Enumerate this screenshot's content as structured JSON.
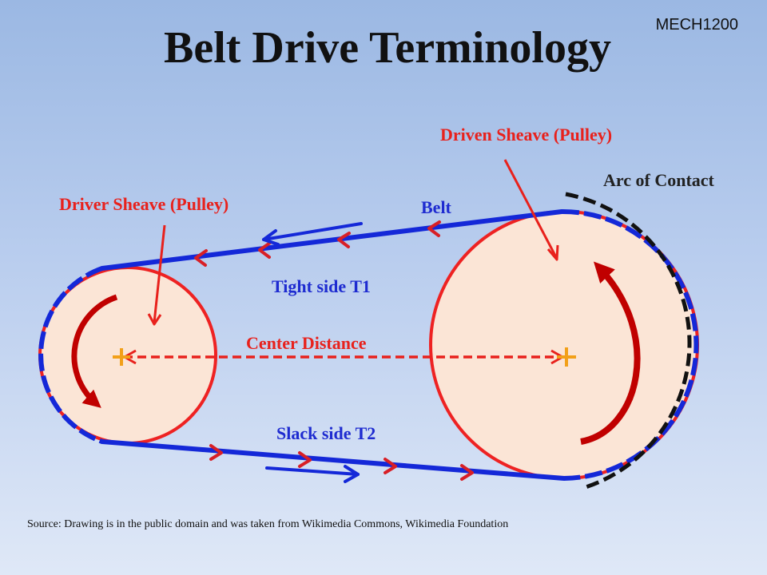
{
  "header": {
    "title": "Belt Drive Terminology",
    "course_code": "MECH1200"
  },
  "labels": {
    "driven_sheave": "Driven Sheave (Pulley)",
    "driver_sheave": "Driver Sheave (Pulley)",
    "arc_of_contact": "Arc of Contact",
    "belt": "Belt",
    "tight_side": "Tight side T1",
    "center_distance": "Center Distance",
    "slack_side": "Slack side T2"
  },
  "footer": {
    "source": "Source: Drawing is in the public domain and was taken from Wikimedia Commons, Wikimedia Foundation"
  },
  "colors": {
    "belt": "#1428d8",
    "sheave_outline": "#ee2222",
    "sheave_fill": "#fbe5d6",
    "rotation_arrow": "#c00000",
    "center_mark": "#f2a019",
    "label_red": "#e8211c",
    "label_blue": "#1e2bd0"
  },
  "icons": {
    "rotation": "curved-arrow-icon",
    "direction": "chevron-arrow-icon",
    "center": "plus-mark-icon"
  }
}
